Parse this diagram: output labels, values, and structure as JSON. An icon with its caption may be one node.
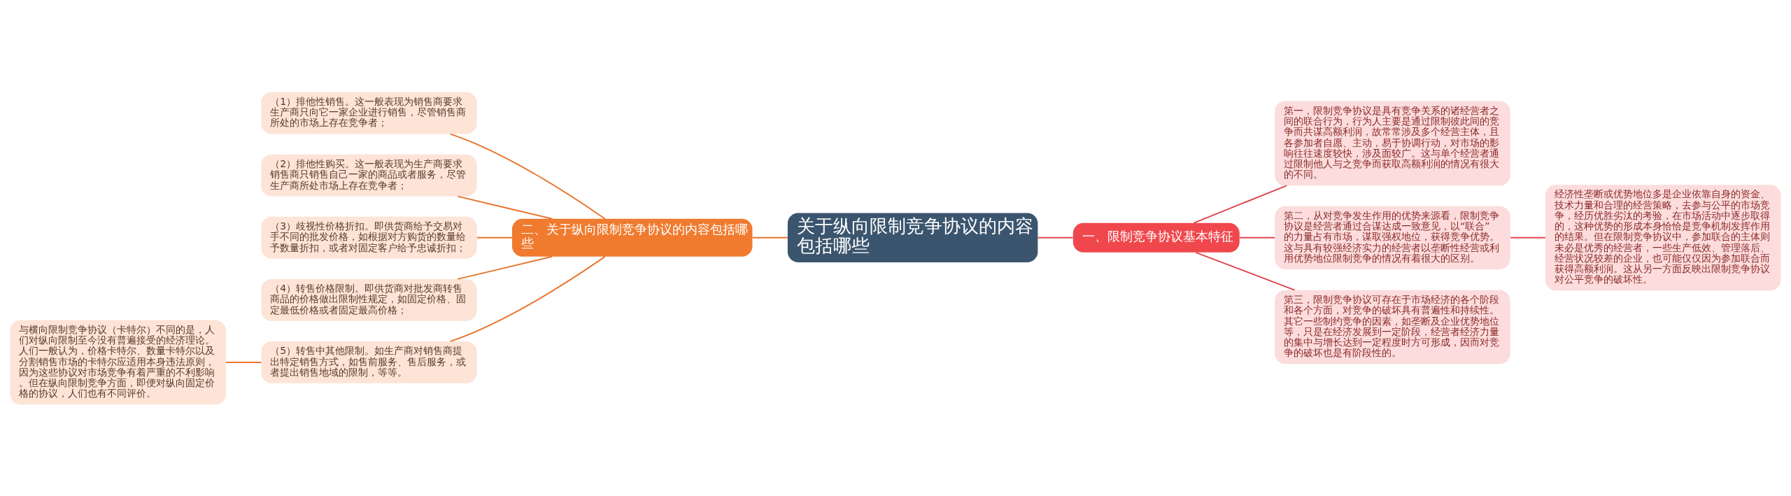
{
  "diagram": {
    "nodes": [
      {
        "text": [
          "关于纵向限制竞争协议的内容包括哪些"
        ]
      },
      {
        "text": [
          "一、限制竞争协议基本特征"
        ]
      },
      {
        "text": [
          "第一，限制竞争协议是具有竞争关系的诸经营者之间的联合行为，行为人主要是通过限制彼此间的竞争而共谋高额利润，故常常涉及多个经营主体，且各参加者自愿、主动，易于协调行动，对市场的影响往往速度较快，涉及面较广。这与单个经营者通过限制他人与之竞争而获取高额利润的情况有很大的不同。"
        ]
      },
      {
        "text": [
          "第二，从对竞争发生作用的优势来源看，限制竞争协议是经营者通过合谋达成一致意见，以“联合”的力量占有市场，谋取强权地位，获得竞争优势。这与具有较强经济实力的经营者以垄断性经营或利用优势地位限制竞争的情况有着很大的区别。"
        ]
      },
      {
        "text": [
          "第三，限制竞争协议可存在于市场经济的各个阶段和各个方面，对竞争的破坏具有普遍性和持续性。其它一些制约竞争的因素，如垄断及企业优势地位等，只是在经济发展到一定阶段，经营者经济力量的集中与增长达到一定程度时方可形成，因而对竞争的破坏也是有阶段性的。"
        ]
      },
      {
        "text": [
          "经济性垄断或优势地位多是企业依靠自身的资金、技术力量和合理的经营策略，去参与公平的市场竞争，经历优胜劣汰的考验，在市场活动中逐步取得的，这种优势的形成本身恰恰是竞争机制发挥作用的结果。但在限制竞争协议中，参加联合的主体则未必是优秀的经营者，一些生产低效、管理落后、经营状况较差的企业，也可能仅仅因为参加联合而获得高额利润。这从另一方面反映出限制竞争协议对公平竞争的破坏性。"
        ]
      },
      {
        "text": [
          "二、关于纵向限制竞争协议的内容包括哪些"
        ]
      },
      {
        "text": [
          "（1）排他性销售。这一般表现为销售商要求生产商只向它一家企业进行销售，尽管销售商所处的市场上存在竞争者；"
        ]
      },
      {
        "text": [
          "（2）排他性购买。这一般表现为生产商要求销售商只销售自己一家的商品或者服务，尽管生产商所处市场上存在竞争者；"
        ]
      },
      {
        "text": [
          "（3）歧视性价格折扣。即供货商给予交易对手不同的批发价格，如根据对方购货的数量给予数量折扣，或者对固定客户给予忠诚折扣；"
        ]
      },
      {
        "text": [
          "（4）转售价格限制。即供货商对批发商转售商品的价格做出限制性规定，如固定价格、固定最低价格或者固定最高价格；"
        ]
      },
      {
        "text": [
          "（5）转售中其他限制。如生产商对销售商提出特定销售方式，如售前服务、售后服务，或者提出销售地域的限制，等等。"
        ]
      },
      {
        "text": [
          "与横向限制竞争协议（卡特尔）不同的是，人们对纵向限制至今没有普遍接受的经济理论。人们一般认为，价格卡特尔、数量卡特尔以及分割销售市场的卡特尔应适用本身违法原则，因为这些协议对市场竞争有着严重的不利影响。但在纵向限制竞争方面，即便对纵向固定价格的协议，人们也有不同评价。"
        ]
      }
    ],
    "edges": [
      {
        "from": 0,
        "to": 1,
        "arrow": "none",
        "color": "#e0434b"
      },
      {
        "from": 1,
        "to": 2,
        "arrow": "none",
        "color": "#e0434b"
      },
      {
        "from": 1,
        "to": 3,
        "arrow": "none",
        "color": "#e0434b"
      },
      {
        "from": 1,
        "to": 4,
        "arrow": "none",
        "color": "#e0434b"
      },
      {
        "from": 3,
        "to": 5,
        "arrow": "none",
        "color": "#e0434b"
      },
      {
        "from": 0,
        "to": 6,
        "arrow": "none"
      },
      {
        "from": 6,
        "to": 7,
        "arrow": "none"
      },
      {
        "from": 6,
        "to": 8,
        "arrow": "none"
      },
      {
        "from": 6,
        "to": 9,
        "arrow": "none"
      },
      {
        "from": 6,
        "to": 10,
        "arrow": "none"
      },
      {
        "from": 6,
        "to": 11,
        "arrow": "none"
      },
      {
        "from": 11,
        "to": 12,
        "arrow": "none"
      }
    ]
  }
}
